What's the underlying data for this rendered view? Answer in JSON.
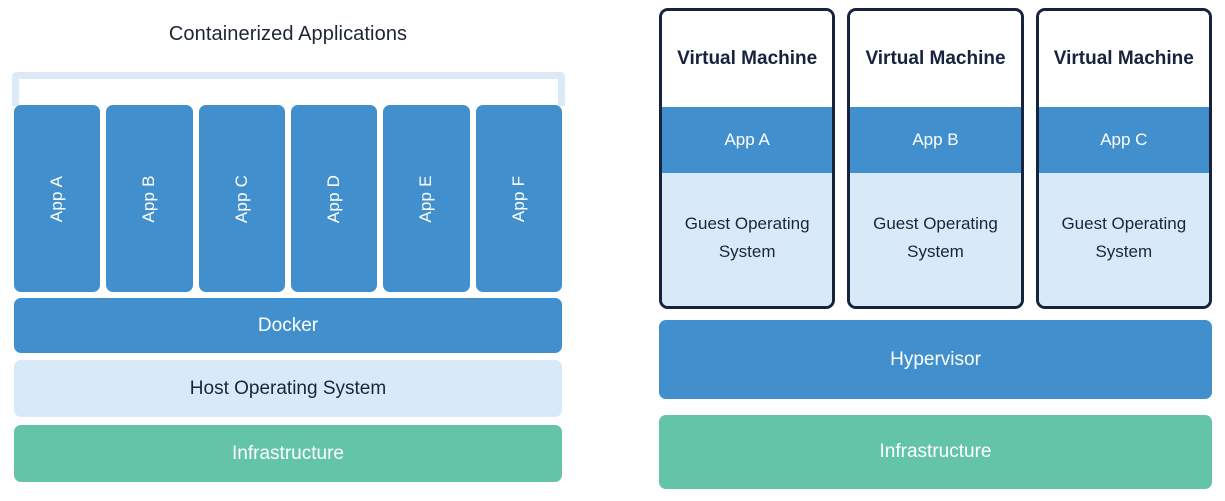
{
  "left": {
    "title": "Containerized Applications",
    "apps": [
      {
        "label": "App A"
      },
      {
        "label": "App B"
      },
      {
        "label": "App C"
      },
      {
        "label": "App D"
      },
      {
        "label": "App E"
      },
      {
        "label": "App F"
      }
    ],
    "docker_label": "Docker",
    "host_os_label": "Host Operating System",
    "infrastructure_label": "Infrastructure"
  },
  "right": {
    "vms": [
      {
        "title": "Virtual Machine",
        "app": "App A",
        "guest_os": "Guest Operating System"
      },
      {
        "title": "Virtual Machine",
        "app": "App B",
        "guest_os": "Guest Operating System"
      },
      {
        "title": "Virtual Machine",
        "app": "App C",
        "guest_os": "Guest Operating System"
      }
    ],
    "hypervisor_label": "Hypervisor",
    "infrastructure_label": "Infrastructure"
  },
  "colors": {
    "app_blue": "#4190cd",
    "light_blue": "#d8e9f8",
    "bracket_blue": "#dceaf8",
    "green": "#64c4a7",
    "navy": "#17233d",
    "text_dark": "#1c2536",
    "white": "#ffffff"
  }
}
